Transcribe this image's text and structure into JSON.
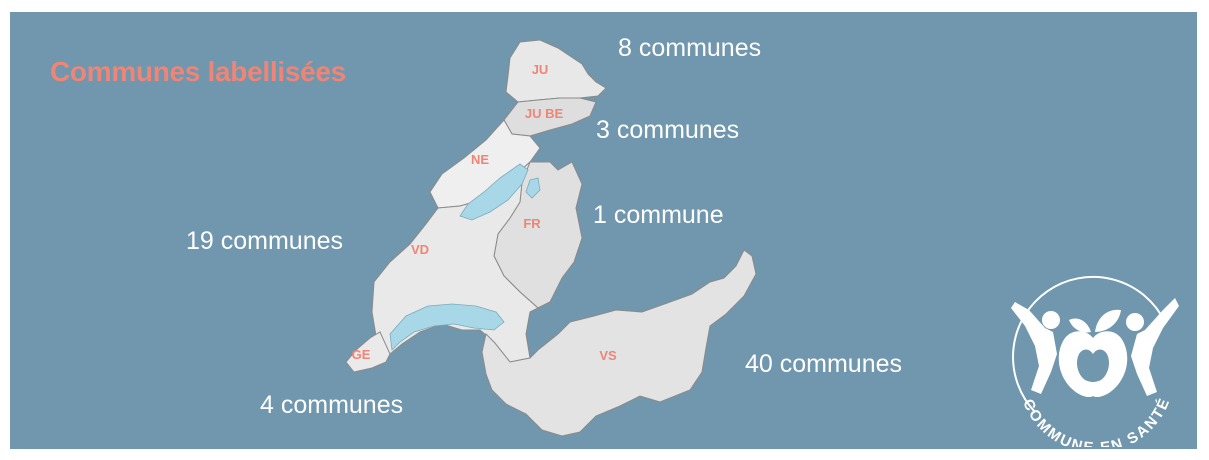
{
  "title": "Communes labellisées",
  "cantons": {
    "ju": "JU",
    "jube": "JU BE",
    "ne": "NE",
    "fr": "FR",
    "vd": "VD",
    "ge": "GE",
    "vs": "VS"
  },
  "counts": {
    "ju": "8 communes",
    "jube": "3 communes",
    "fr": "1 commune",
    "vd": "19 communes",
    "ge": "4 communes",
    "vs": "40 communes"
  },
  "logo": {
    "text": "COMMUNE EN SANTÉ"
  },
  "colors": {
    "background": "#7097ad",
    "title": "#ee8576",
    "canton_fill": "#e6e6e6",
    "lake": "#a8d8e8"
  }
}
